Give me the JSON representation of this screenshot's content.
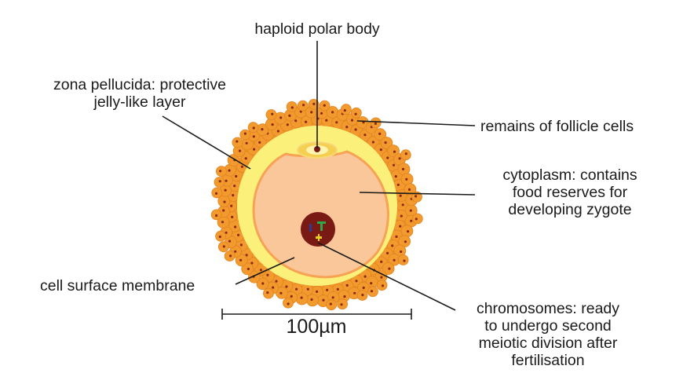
{
  "labels": {
    "polar_body": "haploid polar body",
    "zona_pellucida": "zona pellucida: protective\njelly-like layer",
    "follicle_cells": "remains of follicle cells",
    "cytoplasm": "cytoplasm: contains\nfood reserves for\ndeveloping zygote",
    "membrane": "cell surface membrane",
    "chromosomes": "chromosomes: ready\nto undergo second\nmeiotic division after\nfertilisation"
  },
  "scale_bar": {
    "label": "100µm"
  },
  "colors": {
    "follicle_cell": "#f29a2e",
    "follicle_cell_dot": "#8b2a10",
    "zona": "#fbf07a",
    "cytoplasm": "#fac79a",
    "membrane": "#f7a255",
    "nucleus": "#7a1a14",
    "polar_body": "#f5cf50",
    "leader_line": "#1a1a1a"
  }
}
